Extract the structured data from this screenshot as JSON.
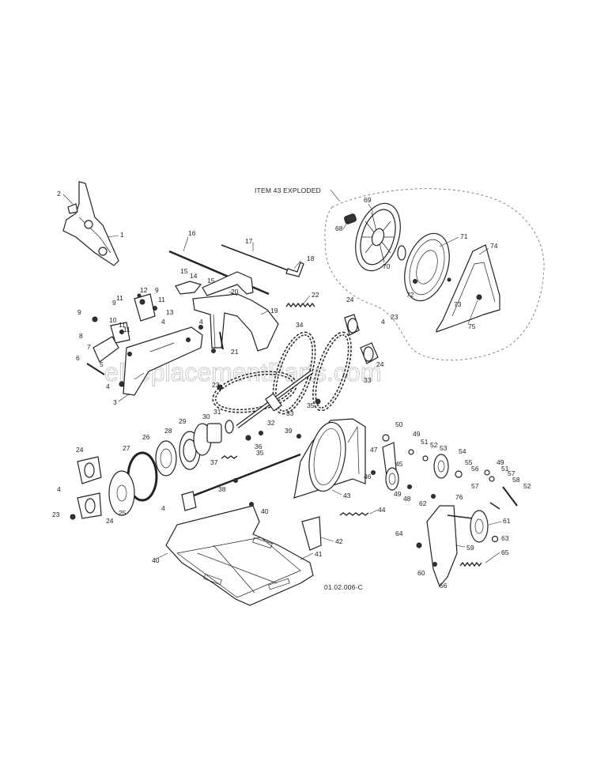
{
  "diagram": {
    "exploded_caption": "ITEM 43 EXPLODED",
    "drawing_number": "01.02.006-C",
    "watermark": "eReplacementParts.com",
    "callouts": [
      {
        "id": "c1",
        "text": "1"
      },
      {
        "id": "c2",
        "text": "2"
      },
      {
        "id": "c3",
        "text": "3"
      },
      {
        "id": "c4a",
        "text": "4"
      },
      {
        "id": "c4b",
        "text": "4"
      },
      {
        "id": "c4c",
        "text": "4"
      },
      {
        "id": "c4d",
        "text": "4"
      },
      {
        "id": "c4e",
        "text": "4"
      },
      {
        "id": "c4f",
        "text": "4"
      },
      {
        "id": "c5",
        "text": "5"
      },
      {
        "id": "c6",
        "text": "6"
      },
      {
        "id": "c7",
        "text": "7"
      },
      {
        "id": "c8",
        "text": "8"
      },
      {
        "id": "c9a",
        "text": "9"
      },
      {
        "id": "c9b",
        "text": "9"
      },
      {
        "id": "c9c",
        "text": "9"
      },
      {
        "id": "c10",
        "text": "10"
      },
      {
        "id": "c11a",
        "text": "11"
      },
      {
        "id": "c11b",
        "text": "11"
      },
      {
        "id": "c11c",
        "text": "11"
      },
      {
        "id": "c11d",
        "text": "11"
      },
      {
        "id": "c12",
        "text": "12"
      },
      {
        "id": "c13",
        "text": "13"
      },
      {
        "id": "c14",
        "text": "14"
      },
      {
        "id": "c15a",
        "text": "15"
      },
      {
        "id": "c15b",
        "text": "15"
      },
      {
        "id": "c16",
        "text": "16"
      },
      {
        "id": "c17",
        "text": "17"
      },
      {
        "id": "c18",
        "text": "18"
      },
      {
        "id": "c19",
        "text": "19"
      },
      {
        "id": "c20",
        "text": "20"
      },
      {
        "id": "c21",
        "text": "21"
      },
      {
        "id": "c22",
        "text": "22"
      },
      {
        "id": "c23a",
        "text": "23"
      },
      {
        "id": "c23b",
        "text": "23"
      },
      {
        "id": "c23c",
        "text": "23"
      },
      {
        "id": "c24a",
        "text": "24"
      },
      {
        "id": "c24b",
        "text": "24"
      },
      {
        "id": "c24c",
        "text": "24"
      },
      {
        "id": "c24d",
        "text": "24"
      },
      {
        "id": "c25",
        "text": "25"
      },
      {
        "id": "c26",
        "text": "26"
      },
      {
        "id": "c27",
        "text": "27"
      },
      {
        "id": "c28",
        "text": "28"
      },
      {
        "id": "c29",
        "text": "29"
      },
      {
        "id": "c30",
        "text": "30"
      },
      {
        "id": "c31",
        "text": "31"
      },
      {
        "id": "c32",
        "text": "32"
      },
      {
        "id": "c33a",
        "text": "33"
      },
      {
        "id": "c33b",
        "text": "33"
      },
      {
        "id": "c34",
        "text": "34"
      },
      {
        "id": "c35a",
        "text": "35"
      },
      {
        "id": "c35b",
        "text": "35"
      },
      {
        "id": "c36",
        "text": "36"
      },
      {
        "id": "c37",
        "text": "37"
      },
      {
        "id": "c38",
        "text": "38"
      },
      {
        "id": "c39",
        "text": "39"
      },
      {
        "id": "c40a",
        "text": "40"
      },
      {
        "id": "c40b",
        "text": "40"
      },
      {
        "id": "c41",
        "text": "41"
      },
      {
        "id": "c42",
        "text": "42"
      },
      {
        "id": "c43",
        "text": "43"
      },
      {
        "id": "c44",
        "text": "44"
      },
      {
        "id": "c45",
        "text": "45"
      },
      {
        "id": "c46",
        "text": "46"
      },
      {
        "id": "c47",
        "text": "47"
      },
      {
        "id": "c48",
        "text": "48"
      },
      {
        "id": "c49a",
        "text": "49"
      },
      {
        "id": "c49b",
        "text": "49"
      },
      {
        "id": "c49c",
        "text": "49"
      },
      {
        "id": "c50",
        "text": "50"
      },
      {
        "id": "c51a",
        "text": "51"
      },
      {
        "id": "c51b",
        "text": "51"
      },
      {
        "id": "c52a",
        "text": "52"
      },
      {
        "id": "c52b",
        "text": "52"
      },
      {
        "id": "c53",
        "text": "53"
      },
      {
        "id": "c54",
        "text": "54"
      },
      {
        "id": "c55",
        "text": "55"
      },
      {
        "id": "c56a",
        "text": "56"
      },
      {
        "id": "c56b",
        "text": "56"
      },
      {
        "id": "c57a",
        "text": "57"
      },
      {
        "id": "c57b",
        "text": "57"
      },
      {
        "id": "c58",
        "text": "58"
      },
      {
        "id": "c59",
        "text": "59"
      },
      {
        "id": "c60",
        "text": "60"
      },
      {
        "id": "c61",
        "text": "61"
      },
      {
        "id": "c62",
        "text": "62"
      },
      {
        "id": "c63",
        "text": "63"
      },
      {
        "id": "c64",
        "text": "64"
      },
      {
        "id": "c65",
        "text": "65"
      },
      {
        "id": "c68",
        "text": "68"
      },
      {
        "id": "c69",
        "text": "69"
      },
      {
        "id": "c70",
        "text": "70"
      },
      {
        "id": "c71",
        "text": "71"
      },
      {
        "id": "c72",
        "text": "72"
      },
      {
        "id": "c73",
        "text": "73"
      },
      {
        "id": "c74",
        "text": "74"
      },
      {
        "id": "c75",
        "text": "75"
      },
      {
        "id": "c76",
        "text": "76"
      }
    ]
  }
}
